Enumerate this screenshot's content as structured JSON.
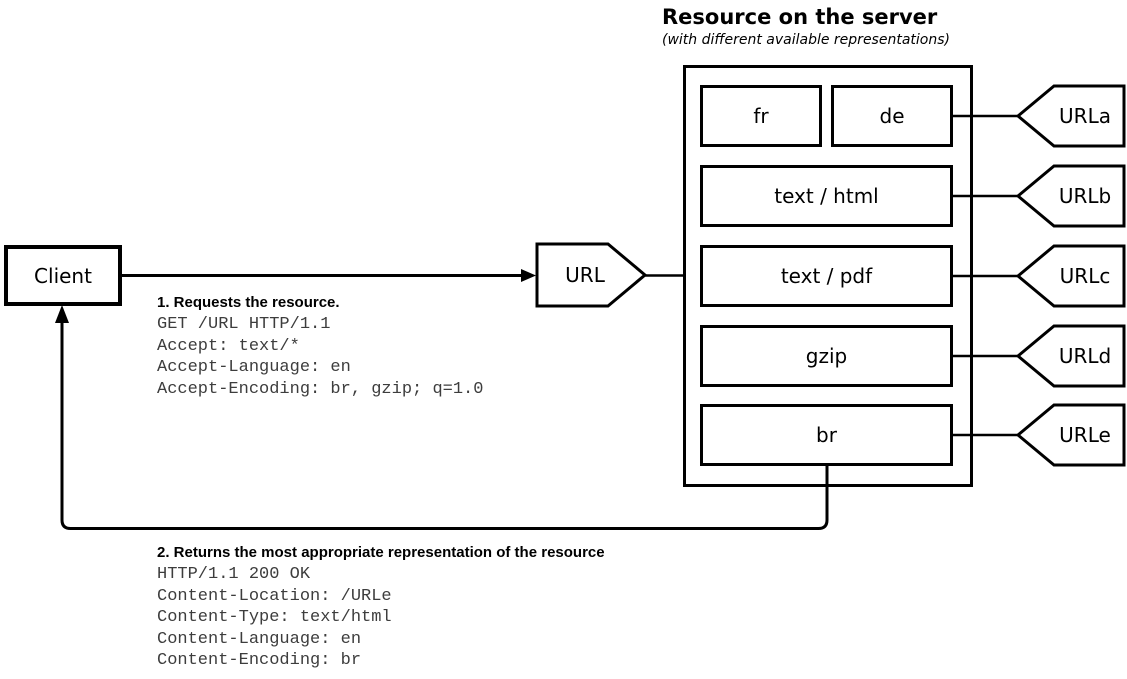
{
  "title": {
    "heading": "Resource on the server",
    "subtitle": "(with different available representations)"
  },
  "client": {
    "label": "Client"
  },
  "url_node": {
    "label": "URL"
  },
  "server": {
    "rows": [
      {
        "boxes": [
          "fr",
          "de"
        ],
        "url": "URLa"
      },
      {
        "boxes": [
          "text / html"
        ],
        "url": "URLb"
      },
      {
        "boxes": [
          "text / pdf"
        ],
        "url": "URLc"
      },
      {
        "boxes": [
          "gzip"
        ],
        "url": "URLd"
      },
      {
        "boxes": [
          "br"
        ],
        "url": "URLe"
      }
    ]
  },
  "request": {
    "heading": "1. Requests the resource.",
    "lines": [
      "GET /URL HTTP/1.1",
      "Accept: text/*",
      "Accept-Language: en",
      "Accept-Encoding: br, gzip; q=1.0"
    ]
  },
  "response": {
    "heading": "2. Returns the most appropriate representation of the resource",
    "lines": [
      "HTTP/1.1 200 OK",
      "Content-Location: /URLe",
      "Content-Type: text/html",
      "Content-Language: en",
      "Content-Encoding: br"
    ]
  },
  "colors": {
    "stroke": "#000000",
    "code_text": "#3d3d3d",
    "background": "#ffffff"
  }
}
